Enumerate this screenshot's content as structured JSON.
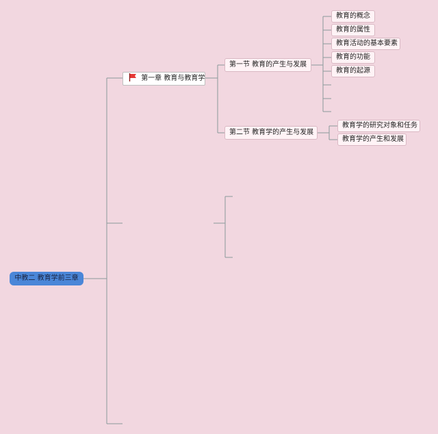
{
  "root": {
    "label": "中教二  教育学前三章"
  },
  "chapter": {
    "label": "第一章 教育与教育学",
    "flag_icon": "red-flag-icon",
    "flag_color": "#e53935"
  },
  "sections": [
    {
      "label": "第一节  教育的产生与发展",
      "topics": [
        "教育的概念",
        "教育的属性",
        "教育活动的基本要素",
        "教育的功能",
        "教育的起源"
      ]
    },
    {
      "label": "第二节  教育学的产生与发展",
      "topics": [
        "教育学的研究对象和任务",
        "教育学的产生和发展"
      ]
    }
  ],
  "colors": {
    "background": "#f2d7e0",
    "root_fill": "#4a86d8",
    "connector": "#8a9a9a"
  }
}
